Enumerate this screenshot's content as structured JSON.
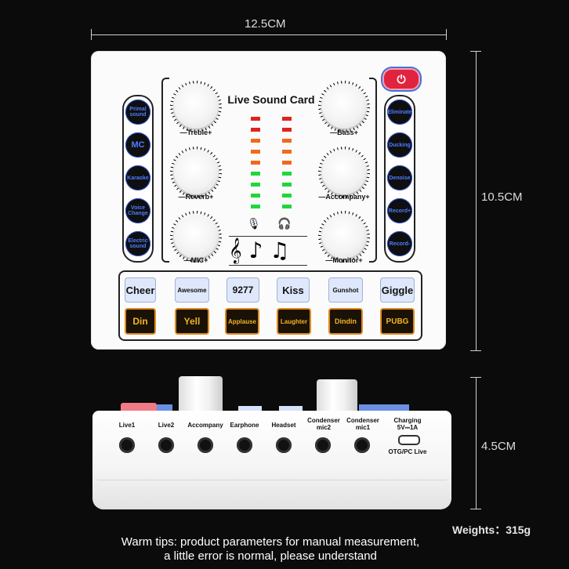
{
  "dimensions": {
    "width_label": "12.5CM",
    "height_label": "10.5CM",
    "depth_label": "4.5CM",
    "weight_label": "Weights：315g"
  },
  "top_panel": {
    "title": "Live Sound Card",
    "left_buttons": [
      "Primal sound",
      "MC",
      "Karaoke",
      "Voice Change",
      "Electric sound"
    ],
    "right_buttons": [
      "Eliminate",
      "Ducking",
      "Denoise",
      "Record+",
      "Record-"
    ],
    "knobs_left": [
      "Treble",
      "Reverb",
      "MIC"
    ],
    "knobs_right": [
      "Bass",
      "Accompany",
      "Monitor"
    ],
    "pads_top": [
      "Cheer",
      "Awesome",
      "9277",
      "Kiss",
      "Gunshot",
      "Giggle"
    ],
    "pads_bottom": [
      "Din",
      "Yell",
      "Applause",
      "Laughter",
      "Dindin",
      "PUBG"
    ],
    "colors": {
      "meter_red": "#e0231f",
      "meter_orange": "#f06a1c",
      "meter_green": "#22d63a",
      "button_text": "#4d7dff",
      "pad_dark_text": "#f2b327",
      "power": "#e0233e"
    }
  },
  "side_panel": {
    "ports": [
      "Live1",
      "Live2",
      "Accompany",
      "Earphone",
      "Headset",
      "Condenser mic2",
      "Condenser mic1"
    ],
    "charging": {
      "line1": "Charging",
      "line2": "5V⎓1A",
      "line3": "OTG/PC Live"
    }
  },
  "footer": {
    "line1": "Warm tips: product parameters for manual measurement,",
    "line2": "a little error is normal, please understand"
  }
}
